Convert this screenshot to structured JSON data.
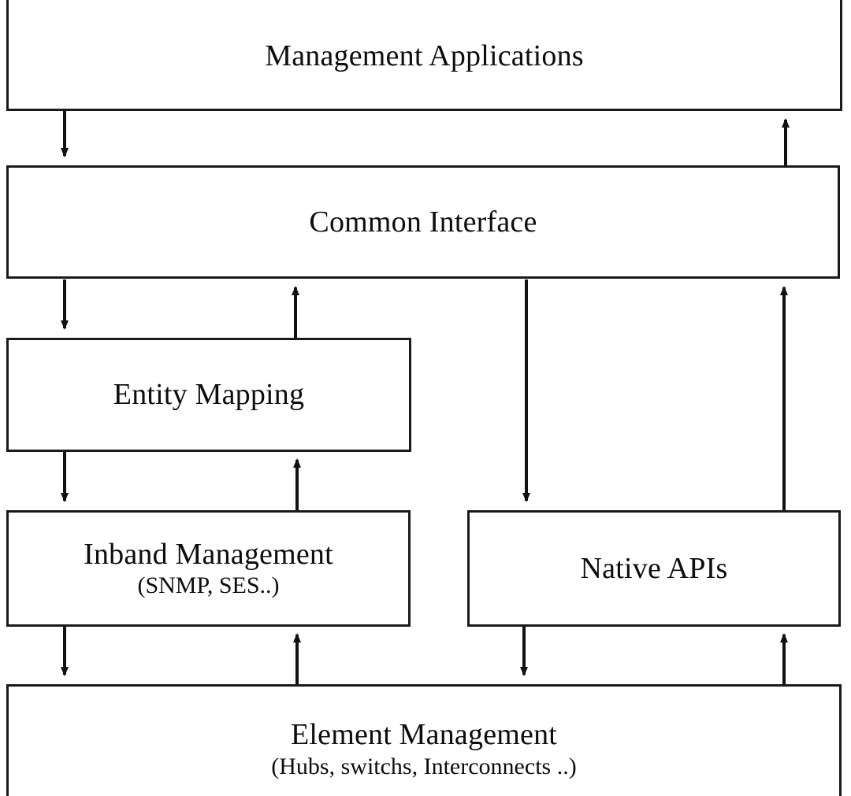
{
  "diagram": {
    "type": "block-architecture",
    "orientation": "vertical-layered",
    "background_color": "#ffffff",
    "line_color": "#1a1a1a",
    "text_color": "#0d0d0d",
    "nodes": [
      {
        "id": "management-applications",
        "title": "Management Applications",
        "subtitle": "",
        "layer": 1
      },
      {
        "id": "common-interface",
        "title": "Common Interface",
        "subtitle": "",
        "layer": 2
      },
      {
        "id": "entity-mapping",
        "title": "Entity Mapping",
        "subtitle": "",
        "layer": 3
      },
      {
        "id": "inband-management",
        "title": "Inband Management",
        "subtitle": "(SNMP, SES..)",
        "layer": 4
      },
      {
        "id": "native-apis",
        "title": "Native APIs",
        "subtitle": "",
        "layer": 4
      },
      {
        "id": "element-management",
        "title": "Element Management",
        "subtitle": "(Hubs, switchs, Interconnects ..)",
        "layer": 5
      }
    ],
    "edges": [
      {
        "id": "edge-apps-to-interface",
        "from": "management-applications",
        "to": "common-interface",
        "direction": "down"
      },
      {
        "id": "edge-interface-to-apps",
        "from": "common-interface",
        "to": "management-applications",
        "direction": "up"
      },
      {
        "id": "edge-interface-to-entity",
        "from": "common-interface",
        "to": "entity-mapping",
        "direction": "down"
      },
      {
        "id": "edge-entity-to-interface",
        "from": "entity-mapping",
        "to": "common-interface",
        "direction": "up"
      },
      {
        "id": "edge-interface-to-native",
        "from": "common-interface",
        "to": "native-apis",
        "direction": "down"
      },
      {
        "id": "edge-native-to-interface",
        "from": "native-apis",
        "to": "common-interface",
        "direction": "up"
      },
      {
        "id": "edge-entity-to-inband",
        "from": "entity-mapping",
        "to": "inband-management",
        "direction": "down"
      },
      {
        "id": "edge-inband-to-entity",
        "from": "inband-management",
        "to": "entity-mapping",
        "direction": "up"
      },
      {
        "id": "edge-inband-to-element",
        "from": "inband-management",
        "to": "element-management",
        "direction": "down"
      },
      {
        "id": "edge-element-to-inband",
        "from": "element-management",
        "to": "inband-management",
        "direction": "up"
      },
      {
        "id": "edge-native-to-element",
        "from": "native-apis",
        "to": "element-management",
        "direction": "down"
      },
      {
        "id": "edge-element-to-native",
        "from": "element-management",
        "to": "native-apis",
        "direction": "up"
      }
    ]
  }
}
